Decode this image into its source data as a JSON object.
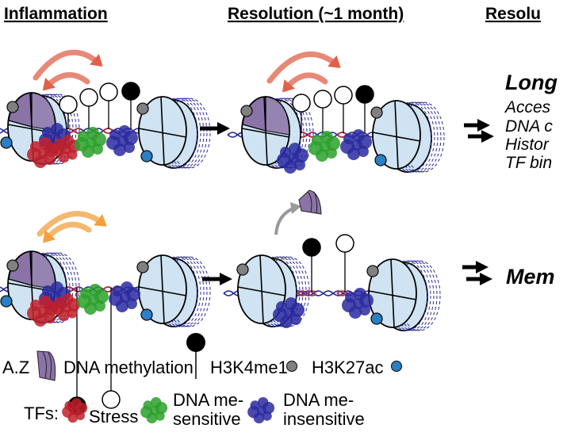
{
  "headers": {
    "inflammation": "Inflammation",
    "resolution": "Resolution (~1 month)",
    "resolution_cut": "Resolu"
  },
  "outcomes": {
    "top_title": "Long",
    "top_lines": [
      "Acces",
      "DNA c",
      "Histor",
      "TF bin"
    ],
    "bottom_title": "Mem"
  },
  "legend": {
    "az": "A.Z",
    "dna_methylation": "DNA methylation",
    "h3k4me1": "H3K4me1",
    "h3k27ac": "H3K27ac",
    "tfs": "TFs:",
    "stress": "Stress",
    "me_sensitive_1": "DNA me-",
    "me_sensitive_2": "sensitive",
    "me_insensitive_1": "DNA me-",
    "me_insensitive_2": "insensitive"
  },
  "colors": {
    "nucleosome": "#cfe3f2",
    "az": "#8b73a8",
    "h3k4me1": "#808080",
    "h3k27ac": "#2b7fc4",
    "stress_tf": "#c0202a",
    "sensitive_tf": "#2aa02a",
    "insensitive_tf": "#2a2aa0",
    "dna": "#2a2a9a",
    "red_arrow": "#e0604a",
    "orange_arrow": "#f0a040"
  }
}
